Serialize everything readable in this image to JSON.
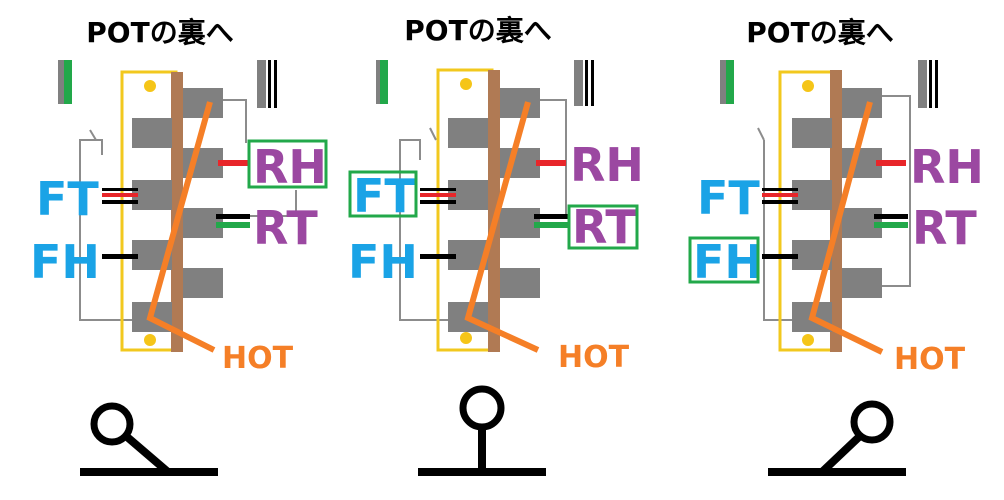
{
  "colors": {
    "tab_gray": "#808080",
    "wire_gray": "#8c8c8c",
    "switch_body": "#b07a54",
    "yellow_outline": "#f2c81e",
    "yellow_dot": "#f5c518",
    "orange": "#f57f27",
    "blue": "#1aa3e6",
    "purple": "#9b48a1",
    "red": "#e8262a",
    "green": "#22a84a",
    "black": "#000000"
  },
  "panels": [
    {
      "title": "POTの裏へ",
      "labels": {
        "ft": "FT",
        "fh": "FH",
        "rh": "RH",
        "rt": "RT",
        "hot": "HOT"
      },
      "highlighted": [
        "RH"
      ],
      "lever_position": "left"
    },
    {
      "title": "POTの裏へ",
      "labels": {
        "ft": "FT",
        "fh": "FH",
        "rh": "RH",
        "rt": "RT",
        "hot": "HOT"
      },
      "highlighted": [
        "FT",
        "RT"
      ],
      "lever_position": "center"
    },
    {
      "title": "POTの裏へ",
      "labels": {
        "ft": "FT",
        "fh": "FH",
        "rh": "RH",
        "rt": "RT",
        "hot": "HOT"
      },
      "highlighted": [
        "FH"
      ],
      "lever_position": "right"
    }
  ]
}
